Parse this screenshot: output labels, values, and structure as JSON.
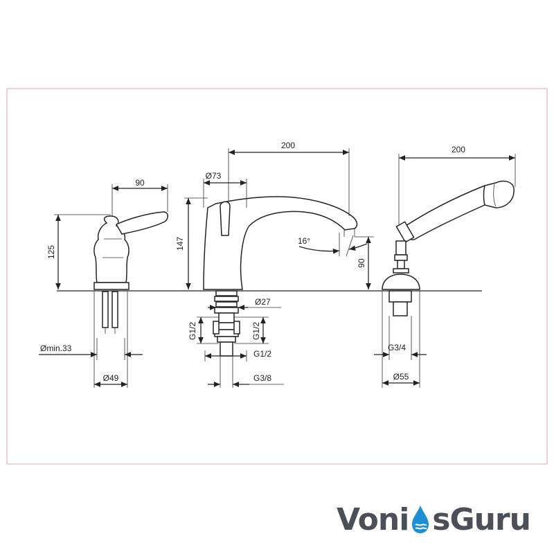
{
  "dimensions": {
    "lever_width": "90",
    "lever_height": "125",
    "min_hole": "Ømin.33",
    "lever_base": "Ø49",
    "spout_reach": "200",
    "spout_base": "Ø73",
    "spout_height": "147",
    "spout_angle": "16°",
    "spout_outlet_height": "90",
    "valve_dia": "Ø27",
    "thread_left": "G1/2",
    "thread_right_a": "G1/2",
    "thread_right_b": "G1/2",
    "thread_bottom": "G3/8",
    "shower_reach": "200",
    "shower_thread": "G3/4",
    "shower_base": "Ø55"
  },
  "brand": {
    "part1": "Voni",
    "part2": "sGuru",
    "color_dark": "#4a4f58",
    "color_accent": "#1e8fd2"
  },
  "colors": {
    "line": "#222222",
    "frame": "#e7b6c0"
  }
}
